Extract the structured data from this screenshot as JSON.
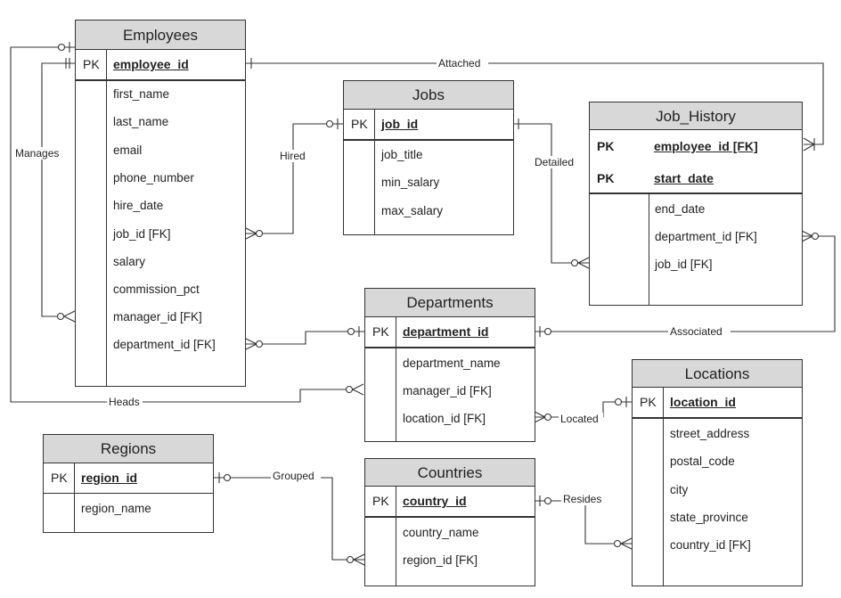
{
  "entities": {
    "employees": {
      "title": "Employees",
      "pk_label": "PK",
      "pk": "employee_id",
      "attributes": [
        "first_name",
        "last_name",
        "email",
        "phone_number",
        "hire_date",
        "job_id [FK]",
        "salary",
        "commission_pct",
        "manager_id [FK]",
        "department_id [FK]"
      ]
    },
    "jobs": {
      "title": "Jobs",
      "pk_label": "PK",
      "pk": "job_id",
      "attributes": [
        "job_title",
        "min_salary",
        "max_salary"
      ]
    },
    "job_history": {
      "title": "Job_History",
      "pk_rows": [
        {
          "label": "PK",
          "name": "employee_id [FK]"
        },
        {
          "label": "PK",
          "name": "start_date"
        }
      ],
      "attributes": [
        "end_date",
        "department_id [FK]",
        "job_id [FK]"
      ]
    },
    "departments": {
      "title": "Departments",
      "pk_label": "PK",
      "pk": "department_id",
      "attributes": [
        "department_name",
        "manager_id [FK]",
        "location_id [FK]"
      ]
    },
    "locations": {
      "title": "Locations",
      "pk_label": "PK",
      "pk": "location_id",
      "attributes": [
        "street_address",
        "postal_code",
        "city",
        "state_province",
        "country_id [FK]"
      ]
    },
    "regions": {
      "title": "Regions",
      "pk_label": "PK",
      "pk": "region_id",
      "attributes": [
        "region_name"
      ]
    },
    "countries": {
      "title": "Countries",
      "pk_label": "PK",
      "pk": "country_id",
      "attributes": [
        "country_name",
        "region_id [FK]"
      ]
    }
  },
  "relationships": {
    "attached": "Attached",
    "manages": "Manages",
    "hired": "Hired",
    "detailed": "Detailed",
    "associated": "Associated",
    "heads": "Heads",
    "located": "Located",
    "grouped": "Grouped",
    "resides": "Resides"
  },
  "colors": {
    "header_fill": "#d8d8d8",
    "line": "#333333"
  }
}
